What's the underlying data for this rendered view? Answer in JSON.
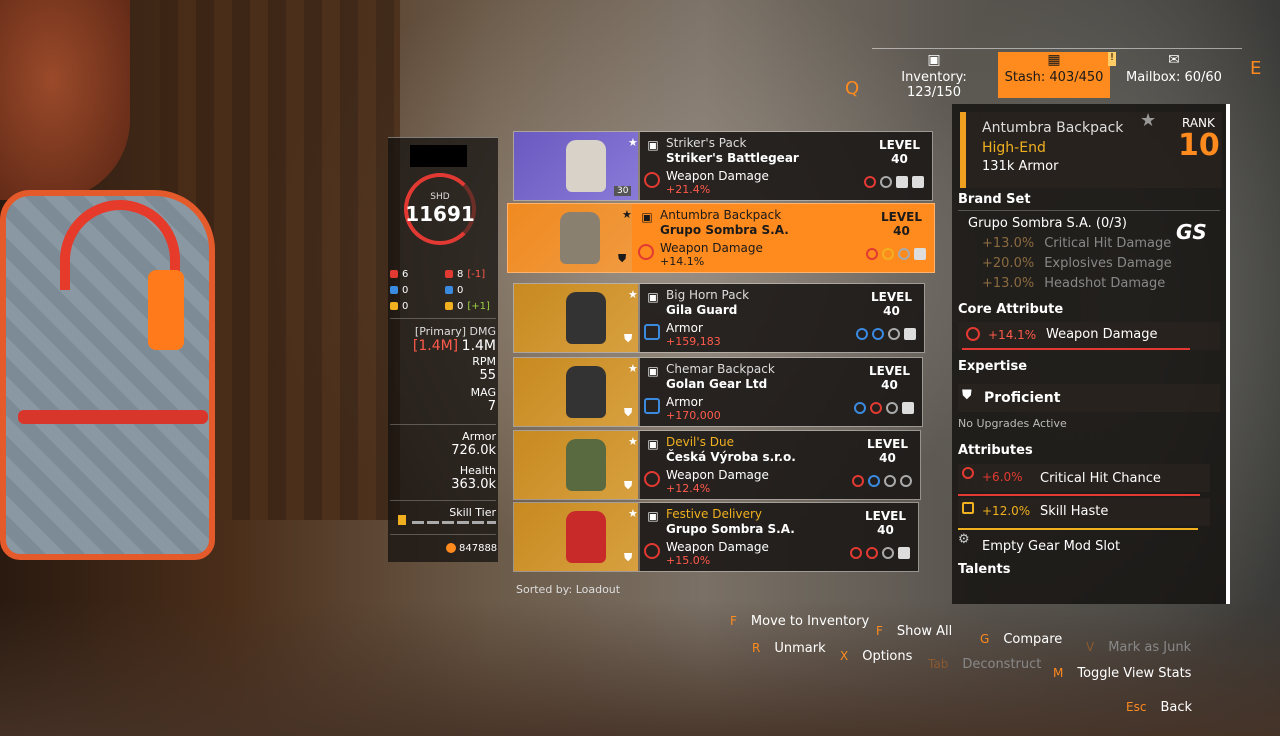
{
  "topbar": {
    "key_left": "Q",
    "key_right": "E",
    "inventory": "Inventory: 123/150",
    "stash": "Stash: 403/450",
    "mailbox": "Mailbox: 60/60",
    "stash_alert": "!"
  },
  "stats": {
    "shd_label": "SHD",
    "shd_value": "11691",
    "mods": [
      {
        "left": "6",
        "right": "8",
        "right_delta": "[-1]"
      },
      {
        "left": "0",
        "right": "0",
        "right_delta": ""
      },
      {
        "left": "0",
        "right": "0",
        "right_delta": "[+1]"
      }
    ],
    "weapon_label": "[Primary] DMG",
    "weapon_dmg_compare": "[1.4M]",
    "weapon_dmg": "1.4M",
    "rpm_label": "RPM",
    "rpm": "55",
    "mag_label": "MAG",
    "mag": "7",
    "armor_label": "Armor",
    "armor": "726.0k",
    "health_label": "Health",
    "health": "363.0k",
    "skill_tier_label": "Skill Tier",
    "credits": "847888"
  },
  "items": [
    {
      "name": "Striker's Pack",
      "brand": "Striker's Battlegear",
      "attr": "Weapon Damage",
      "value": "+21.4%",
      "level_label": "LEVEL",
      "level": "40",
      "badge": "30"
    },
    {
      "name": "Antumbra Backpack",
      "brand": "Grupo Sombra S.A.",
      "attr": "Weapon Damage",
      "value": "+14.1%",
      "level_label": "LEVEL",
      "level": "40"
    },
    {
      "name": "Big Horn Pack",
      "brand": "Gila Guard",
      "attr": "Armor",
      "value": "+159,183",
      "level_label": "LEVEL",
      "level": "40"
    },
    {
      "name": "Chemar Backpack",
      "brand": "Golan Gear Ltd",
      "attr": "Armor",
      "value": "+170,000",
      "level_label": "LEVEL",
      "level": "40"
    },
    {
      "name": "Devil's Due",
      "brand": "Česká Výroba s.r.o.",
      "attr": "Weapon Damage",
      "value": "+12.4%",
      "level_label": "LEVEL",
      "level": "40"
    },
    {
      "name": "Festive Delivery",
      "brand": "Grupo Sombra S.A.",
      "attr": "Weapon Damage",
      "value": "+15.0%",
      "level_label": "LEVEL",
      "level": "40"
    }
  ],
  "sorted_by": "Sorted by: Loadout",
  "detail": {
    "name": "Antumbra Backpack",
    "rarity": "High-End",
    "armor": "131k Armor",
    "rank_label": "RANK",
    "rank": "10",
    "brand_set_header": "Brand Set",
    "brand_set_name": "Grupo Sombra S.A. (0/3)",
    "brand_logo": "GS",
    "brand_bonuses": [
      {
        "value": "+13.0%",
        "name": "Critical Hit Damage"
      },
      {
        "value": "+20.0%",
        "name": "Explosives Damage"
      },
      {
        "value": "+13.0%",
        "name": "Headshot Damage"
      }
    ],
    "core_header": "Core Attribute",
    "core_value": "+14.1%",
    "core_name": "Weapon Damage",
    "expertise_header": "Expertise",
    "expertise_name": "Proficient",
    "expertise_sub": "No Upgrades Active",
    "attributes_header": "Attributes",
    "attributes": [
      {
        "value": "+6.0%",
        "name": "Critical Hit Chance",
        "color": "#e23a32"
      },
      {
        "value": "+12.0%",
        "name": "Skill Haste",
        "color": "#f0b020"
      }
    ],
    "mod_slot": "Empty Gear Mod Slot",
    "talents_header": "Talents"
  },
  "hotkeys": [
    {
      "key": "F",
      "label": "Move to Inventory"
    },
    {
      "key": "F",
      "label": "Show All"
    },
    {
      "key": "G",
      "label": "Compare"
    },
    {
      "key": "V",
      "label": "Mark as Junk"
    },
    {
      "key": "R",
      "label": "Unmark"
    },
    {
      "key": "X",
      "label": "Options"
    },
    {
      "key": "Tab",
      "label": "Deconstruct"
    },
    {
      "key": "M",
      "label": "Toggle View Stats"
    },
    {
      "key": "Esc",
      "label": "Back"
    }
  ]
}
